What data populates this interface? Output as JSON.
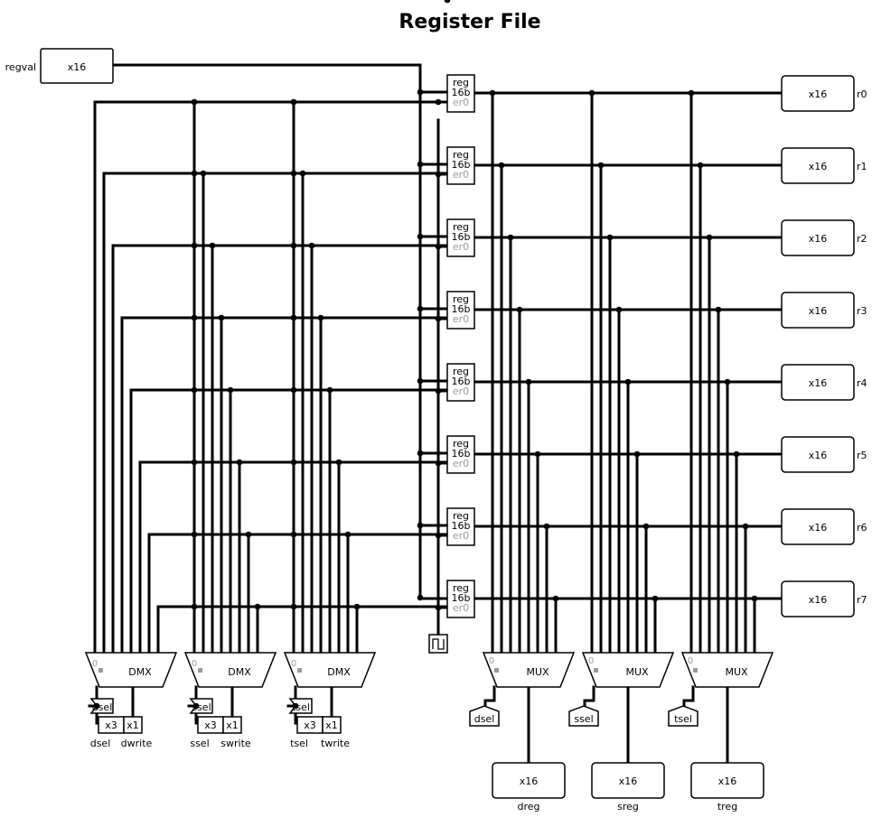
{
  "title": "Register File",
  "input_label": "regval",
  "width_label": "x16",
  "register": {
    "line1": "reg",
    "line2": "16b",
    "line3": "er0"
  },
  "outputs": [
    "r0",
    "r1",
    "r2",
    "r3",
    "r4",
    "r5",
    "r6",
    "r7"
  ],
  "demux": [
    {
      "label": "DMX",
      "zero": "0",
      "tunnel": "dsel",
      "sel_width": "x3",
      "en_width": "x1",
      "sel_name": "dsel",
      "en_name": "dwrite"
    },
    {
      "label": "DMX",
      "zero": "0",
      "tunnel": "ssel",
      "sel_width": "x3",
      "en_width": "x1",
      "sel_name": "ssel",
      "en_name": "swrite"
    },
    {
      "label": "DMX",
      "zero": "0",
      "tunnel": "tsel",
      "sel_width": "x3",
      "en_width": "x1",
      "sel_name": "tsel",
      "en_name": "twrite"
    }
  ],
  "mux": [
    {
      "label": "MUX",
      "zero": "0",
      "tunnel": "dsel",
      "out_name": "dreg"
    },
    {
      "label": "MUX",
      "zero": "0",
      "tunnel": "ssel",
      "out_name": "sreg"
    },
    {
      "label": "MUX",
      "zero": "0",
      "tunnel": "tsel",
      "out_name": "treg"
    }
  ]
}
